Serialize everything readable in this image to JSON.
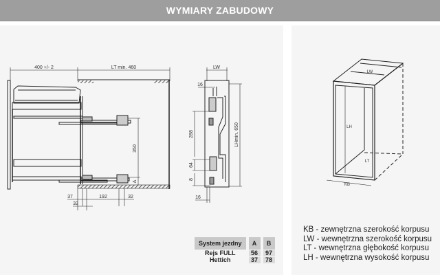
{
  "header": {
    "title": "WYMIARY ZABUDOWY"
  },
  "side_view": {
    "dim_top_left": "400 +/- 2",
    "dim_top_right": "LT min. 460",
    "dim_vertical": "350",
    "dim_A": "A",
    "dim_bottom": [
      "37",
      "32",
      "192",
      "32"
    ]
  },
  "front_view": {
    "dim_width": "LW",
    "dim_16_top": "16",
    "dim_288": "288",
    "dim_64": "64",
    "dim_8": "8",
    "dim_height": "LHmin. 650",
    "dim_16_bottom": "16"
  },
  "iso_view": {
    "lw": "LW",
    "lh": "LH",
    "lt": "LT",
    "kb": "KB"
  },
  "spec_table": {
    "headers": [
      "System jezdny",
      "A",
      "B"
    ],
    "rows": [
      {
        "system": "Rejs FULL",
        "a": "56",
        "b": "97"
      },
      {
        "system": "Hettich",
        "a": "37",
        "b": "78"
      }
    ]
  },
  "legend": [
    "KB - zewnętrzna szerokość korpusu",
    "LW - wewnętrzna szerokość korpusu",
    "LT - wewnętrzna głębokość korpusu",
    "LH - wewnętrzna wysokość korpusu"
  ]
}
